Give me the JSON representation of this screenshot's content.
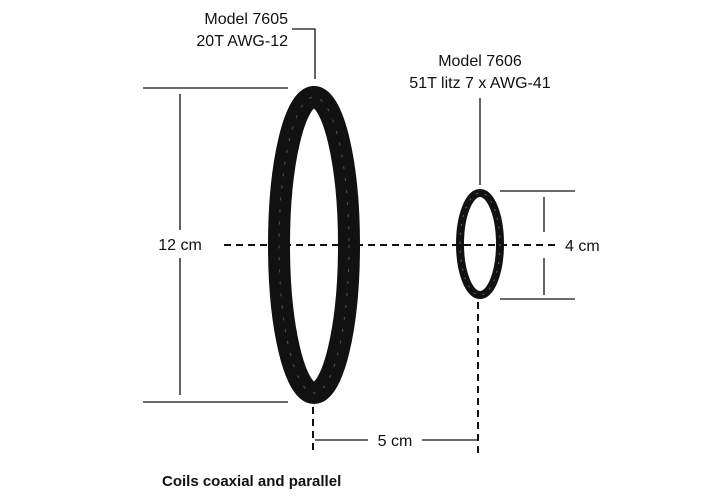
{
  "coil_large": {
    "model": "Model 7605",
    "spec": "20T AWG-12",
    "diameter_label": "12 cm"
  },
  "coil_small": {
    "model": "Model 7606",
    "spec": "51T litz 7 x AWG-41",
    "diameter_label": "4 cm"
  },
  "separation_label": "5 cm",
  "caption": "Coils coaxial and parallel"
}
